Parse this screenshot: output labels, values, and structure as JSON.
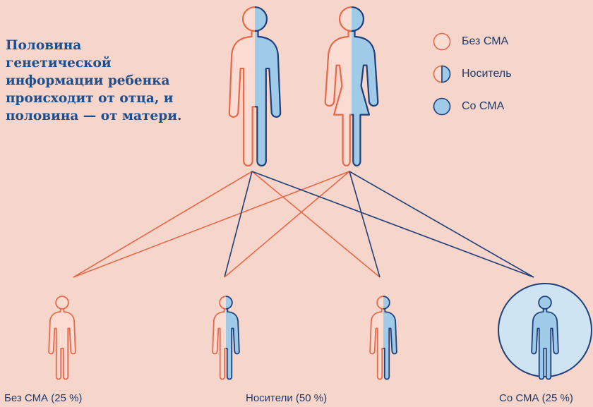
{
  "headline": [
    "Половина",
    "генетической",
    "информации ребенка",
    "происходит от отца, и",
    "половина — от матери."
  ],
  "legend": [
    {
      "label": "Без СМА",
      "status": "unaffected",
      "icon": "empty-circle-icon"
    },
    {
      "label": "Носитель",
      "status": "carrier",
      "icon": "half-filled-circle-icon"
    },
    {
      "label": "Со СМА",
      "status": "affected",
      "icon": "filled-circle-icon"
    }
  ],
  "parents": [
    {
      "role": "father",
      "status": "carrier"
    },
    {
      "role": "mother",
      "status": "carrier"
    }
  ],
  "children": [
    {
      "status": "unaffected"
    },
    {
      "status": "carrier"
    },
    {
      "status": "carrier"
    },
    {
      "status": "affected"
    }
  ],
  "captions": {
    "left": "Без СМА (25 %)",
    "middle": "Носители (50 %)",
    "right": "Со СМА (25 %)"
  },
  "colors": {
    "background": "#f6d5cb",
    "unaffected_stroke": "#e8684a",
    "unaffected_fill": "#fbdcd2",
    "affected_stroke": "#1f3f7a",
    "affected_fill": "#9fcbe9",
    "highlight_circle": "#cfe4f3",
    "headline": "#1f4e8c"
  }
}
